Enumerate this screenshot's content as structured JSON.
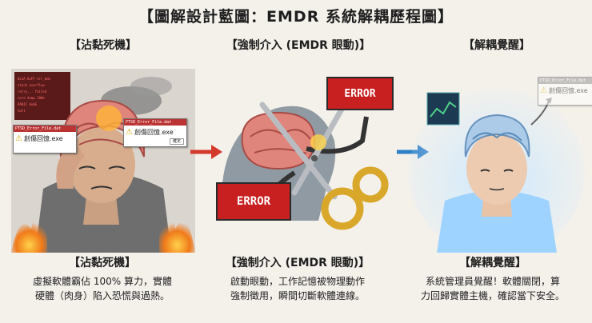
{
  "title": "【圖解設計藍圖：EMDR 系統解耦歷程圖】",
  "panels": [
    {
      "title": "【沾黏死機】",
      "window_title": "PTSD_Error_File.dat",
      "window_message": "創傷回憶.exe",
      "window_button": "確定",
      "caption_title": "【沾黏死機】",
      "caption_line1": "虛擬軟體霸佔 100% 算力，實體",
      "caption_line2": "硬體（肉身）陷入恐慌與過熱。"
    },
    {
      "title": "【強制介入 (EMDR 眼動)】",
      "error_top": "ERROR",
      "error_bottom": "ERROR",
      "caption_title": "【強制介入 (EMDR 眼動)】",
      "caption_line1": "啟動眼動，工作記憶被物理動作",
      "caption_line2": "強制徵用，瞬間切斷軟體連線。"
    },
    {
      "title": "【解耦覺醒】",
      "window_title": "PTSD_Error_File.dat",
      "window_message": "創傷回憶.exe",
      "caption_title": "【解耦覺醒】",
      "caption_line1": "系統管理員覺醒！軟體關閉，算",
      "caption_line2": "力回歸實體主機，確認當下安全。"
    }
  ],
  "colors": {
    "background": "#f4f1ea",
    "error_red": "#c82020",
    "arrow_red": "#d33a2c",
    "arrow_blue": "#2e7fc7",
    "glow_blue": "#9fd3ff",
    "scissors_gold": "#d9a72a"
  }
}
